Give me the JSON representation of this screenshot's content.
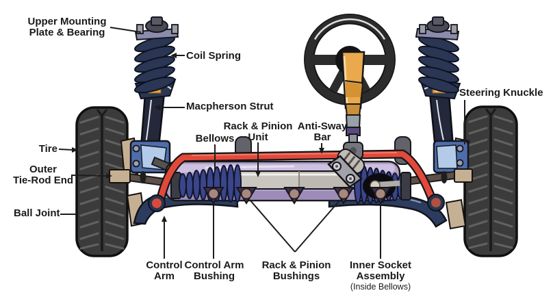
{
  "diagram": {
    "subject": "macpherson-strut-suspension-and-rack-and-pinion-steering",
    "labels": {
      "upper_mounting_plate": {
        "line1": "Upper Mounting",
        "line2": "Plate & Bearing"
      },
      "coil_spring": {
        "text": "Coil Spring"
      },
      "macpherson_strut": {
        "text": "Macpherson Strut"
      },
      "bellows": {
        "text": "Bellows"
      },
      "rack_pinion_unit": {
        "line1": "Rack & Pinion",
        "line2": "Unit"
      },
      "anti_sway_bar": {
        "line1": "Anti-Sway",
        "line2": "Bar"
      },
      "steering_knuckle": {
        "text": "Steering Knuckle"
      },
      "tire": {
        "text": "Tire"
      },
      "outer_tie_rod_end": {
        "line1": "Outer",
        "line2": "Tie-Rod End"
      },
      "ball_joint": {
        "text": "Ball Joint"
      },
      "control_arm": {
        "line1": "Control",
        "line2": "Arm"
      },
      "control_arm_bushing": {
        "line1": "Control Arm",
        "line2": "Bushing"
      },
      "rack_pinion_bushings": {
        "line1": "Rack & Pinion",
        "line2": "Bushings"
      },
      "inner_socket_assembly": {
        "line1": "Inner Socket",
        "line2": "Assembly",
        "line3": "(Inside Bellows)"
      }
    },
    "colors": {
      "background": "#ffffff",
      "label_text": "#1a1a1a",
      "leader_line": "#1c1c1c",
      "tire": "#3b3b3b",
      "tire_tread": "#616161",
      "coil_spring": "#2a3654",
      "strut_body": "#23283a",
      "strut_rod": "#e2a23c",
      "steering_wheel": "#2c2c2c",
      "steering_column": "#e9a94c",
      "anti_sway_bar": "#e2493a",
      "rack_housing": "#b2a2cb",
      "rack_tube": "#c9c5bf",
      "bellows": "#35407e",
      "knuckle_bracket": "#4f6cab",
      "control_arm": "#2c3c5e",
      "bushing": "#a8887c",
      "tan_parts": "#c6b094"
    }
  }
}
